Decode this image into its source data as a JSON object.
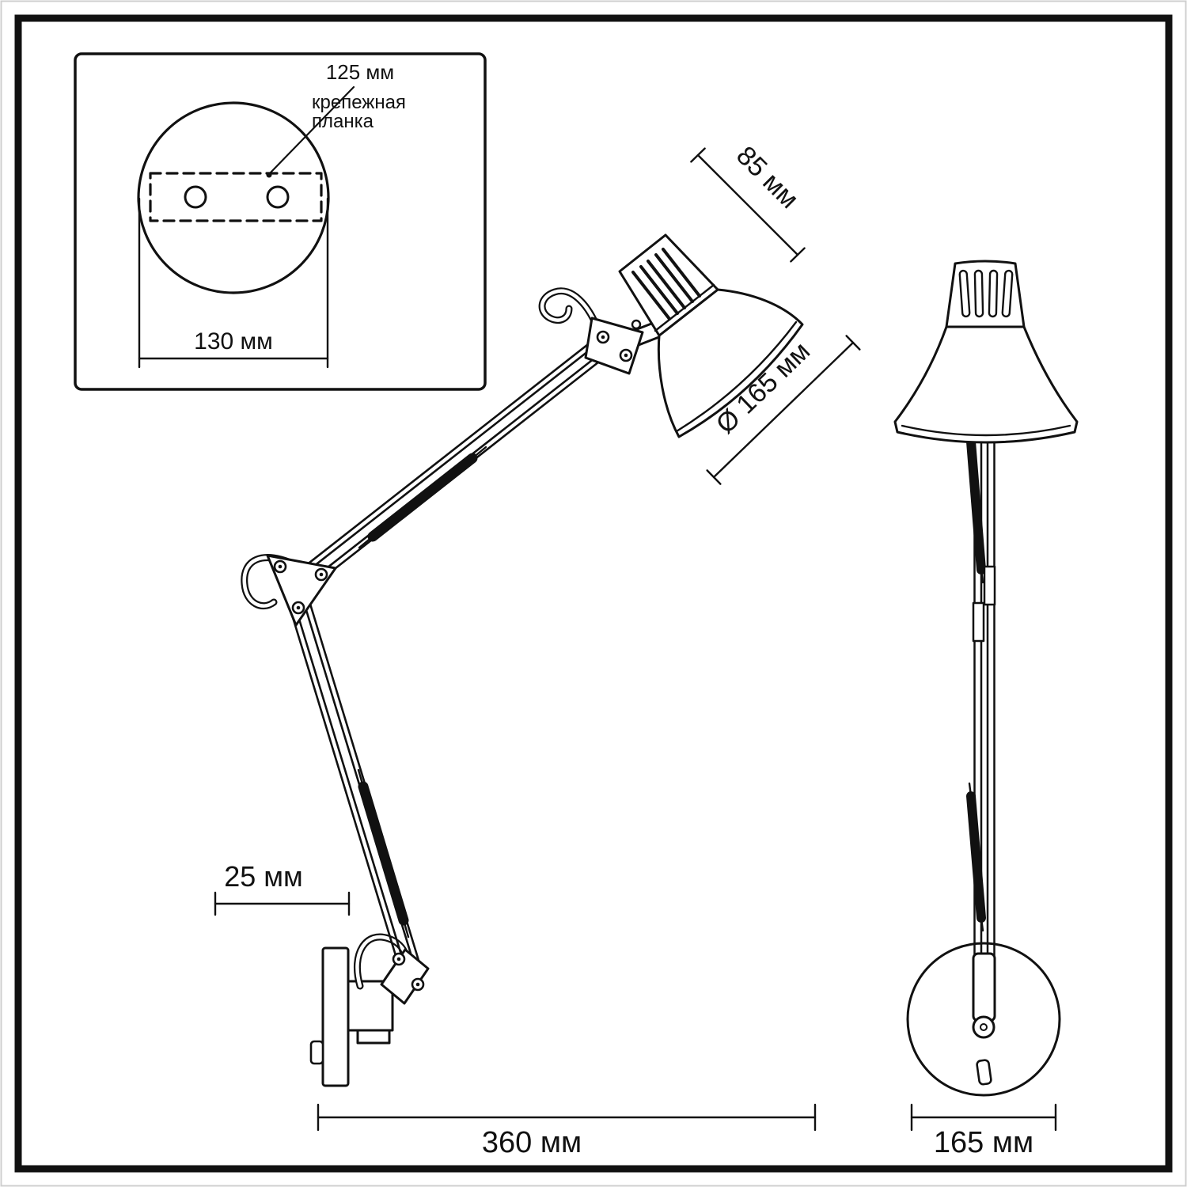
{
  "diagram": {
    "inset": {
      "hole_spacing": "125 мм",
      "mount_label_line1": "крепежная",
      "mount_label_line2": "планка",
      "plate_width": "130 мм"
    },
    "dims": {
      "head_height": "85 мм",
      "shade_diameter": "Ø 165 мм",
      "wall_offset": "25 мм",
      "arm_reach": "360 мм",
      "front_width": "165 мм"
    },
    "colors": {
      "line": "#111111",
      "background": "#ffffff"
    }
  }
}
